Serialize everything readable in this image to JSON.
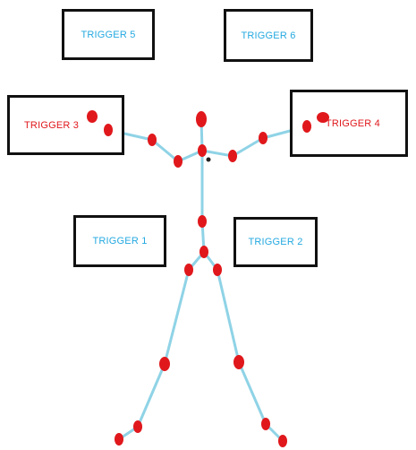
{
  "colors": {
    "bone": "#8fd3e6",
    "joint": "#e0181c",
    "blue_text": "#25a9e0",
    "red_text": "#e0181c",
    "box_border": "#111111"
  },
  "triggers": {
    "t5": {
      "label": "TRIGGER 5",
      "color": "blue"
    },
    "t6": {
      "label": "TRIGGER 6",
      "color": "blue"
    },
    "t3": {
      "label": "TRIGGER 3",
      "color": "red"
    },
    "t4": {
      "label": "TRIGGER 4",
      "color": "red"
    },
    "t1": {
      "label": "TRIGGER 1",
      "color": "blue"
    },
    "t2": {
      "label": "TRIGGER 2",
      "color": "blue"
    }
  }
}
